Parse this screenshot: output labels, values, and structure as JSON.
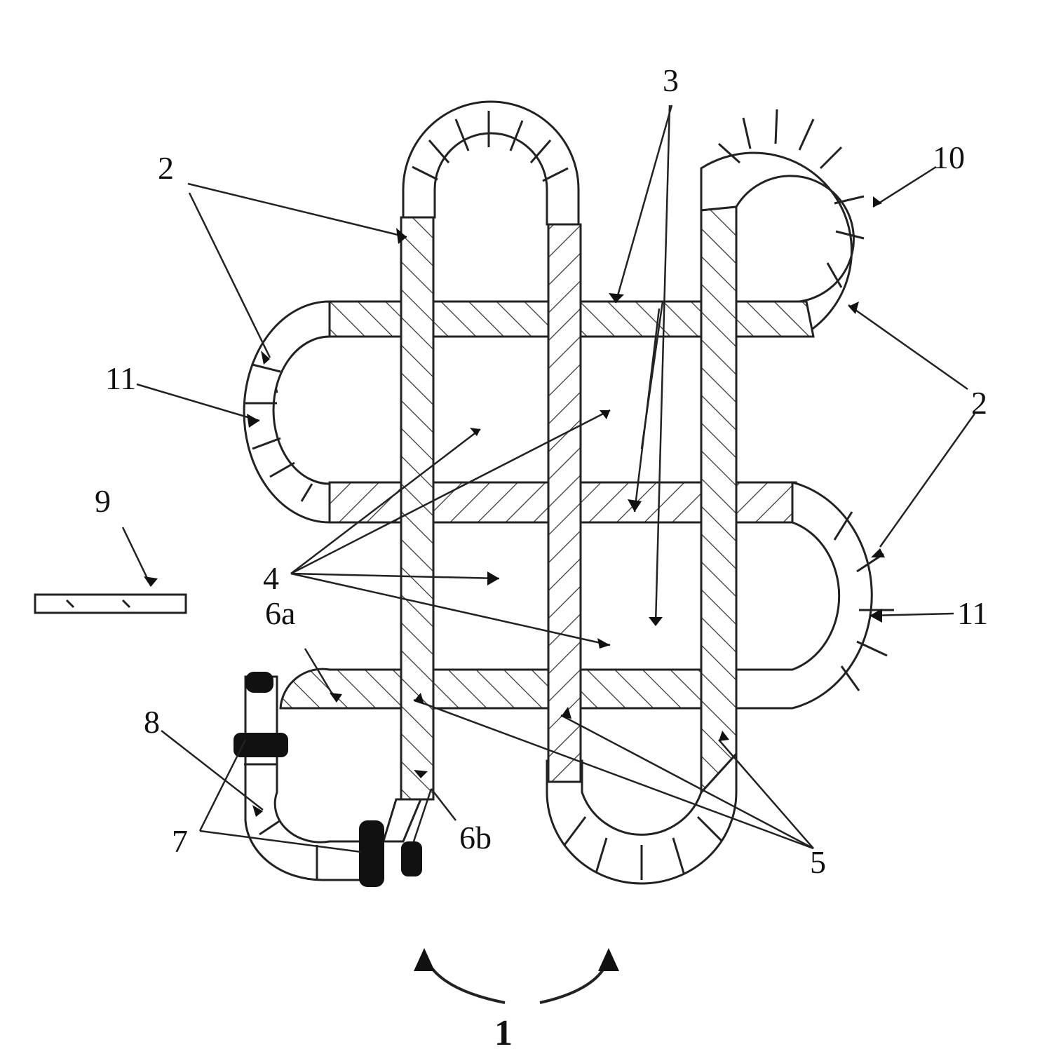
{
  "labels": {
    "l1": "1",
    "l2_top_left": "2",
    "l2_right": "2",
    "l3": "3",
    "l4": "4",
    "l5": "5",
    "l6a": "6a",
    "l6b": "6b",
    "l7": "7",
    "l8": "8",
    "l9": "9",
    "l10": "10",
    "l11_left": "11",
    "l11_right": "11"
  }
}
